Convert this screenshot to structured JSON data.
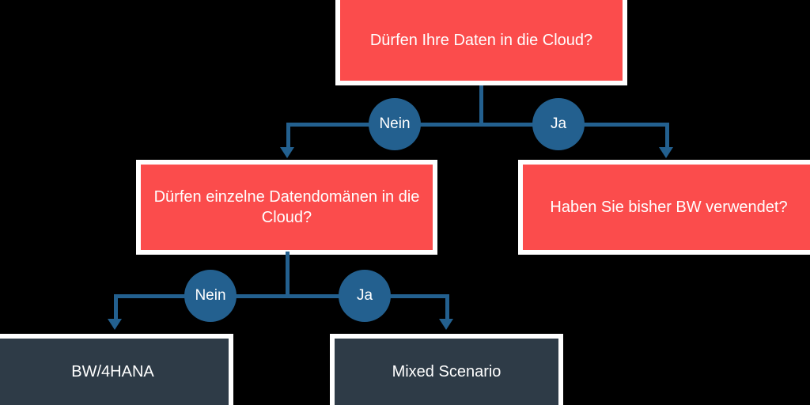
{
  "diagram": {
    "type": "decision-tree",
    "title": "",
    "colors": {
      "background": "#000000",
      "question_box": "#FB4C4C",
      "result_box": "#2E3B47",
      "connector": "#23608F",
      "box_frame": "#FFFFFF",
      "text": "#FFFFFF"
    },
    "nodes": [
      {
        "id": "q1",
        "kind": "question",
        "text": "Dürfen Ihre Daten in die Cloud?"
      },
      {
        "id": "q2",
        "kind": "question",
        "text": "Dürfen einzelne Datendomänen in die Cloud?"
      },
      {
        "id": "q3",
        "kind": "question",
        "text": "Haben Sie bisher BW verwendet?"
      },
      {
        "id": "r1",
        "kind": "result",
        "text": "BW/4HANA"
      },
      {
        "id": "r2",
        "kind": "result",
        "text": "Mixed Scenario"
      }
    ],
    "edge_labels": {
      "q1_no": "Nein",
      "q1_yes": "Ja",
      "q2_no": "Nein",
      "q2_yes": "Ja"
    },
    "edges": [
      {
        "from": "q1",
        "to": "q2",
        "label": "Nein"
      },
      {
        "from": "q1",
        "to": "q3",
        "label": "Ja"
      },
      {
        "from": "q2",
        "to": "r1",
        "label": "Nein"
      },
      {
        "from": "q2",
        "to": "r2",
        "label": "Ja"
      }
    ]
  }
}
